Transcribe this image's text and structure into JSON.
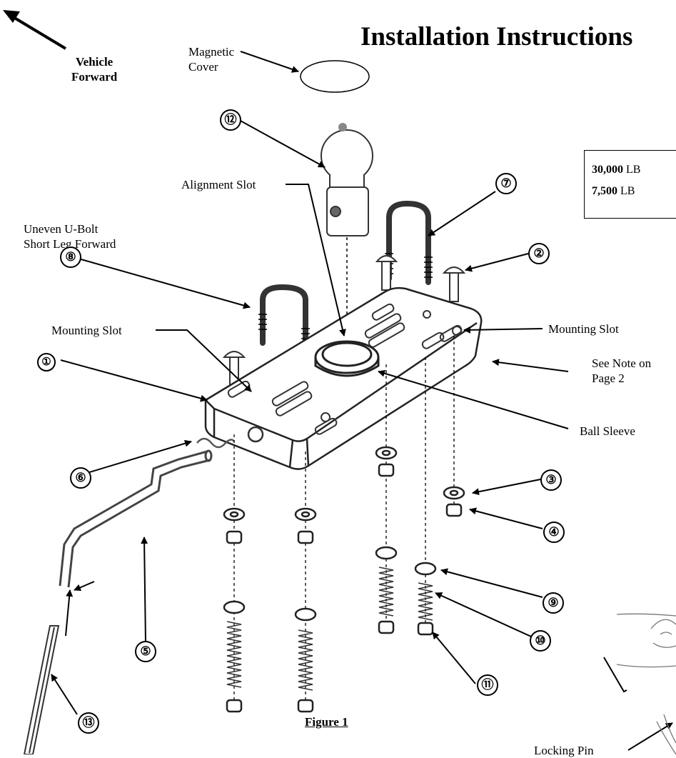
{
  "title": "Installation Instructions",
  "direction": {
    "line1": "Vehicle",
    "line2": "Forward"
  },
  "callouts": {
    "magnetic_cover": {
      "line1": "Magnetic",
      "line2": "Cover"
    },
    "uneven_ubolt": {
      "line1": "Uneven U-Bolt",
      "line2": "Short Leg Forward"
    },
    "alignment_slot": "Alignment Slot",
    "mounting_slot_left": "Mounting Slot",
    "mounting_slot_right": "Mounting Slot",
    "see_note": {
      "line1": "See Note on",
      "line2": "Page 2"
    },
    "ball_sleeve": "Ball Sleeve",
    "locking_pin": "Locking Pin"
  },
  "specs": [
    {
      "value": "30,000",
      "unit": "LB"
    },
    {
      "value": "7,500",
      "unit": "LB"
    }
  ],
  "part_numbers": [
    "①",
    "②",
    "③",
    "④",
    "⑤",
    "⑥",
    "⑦",
    "⑧",
    "⑨",
    "⑩",
    "⑪",
    "⑫",
    "⑬"
  ],
  "figure_caption": "Figure 1",
  "colors": {
    "ink": "#000000",
    "paper": "#ffffff"
  }
}
